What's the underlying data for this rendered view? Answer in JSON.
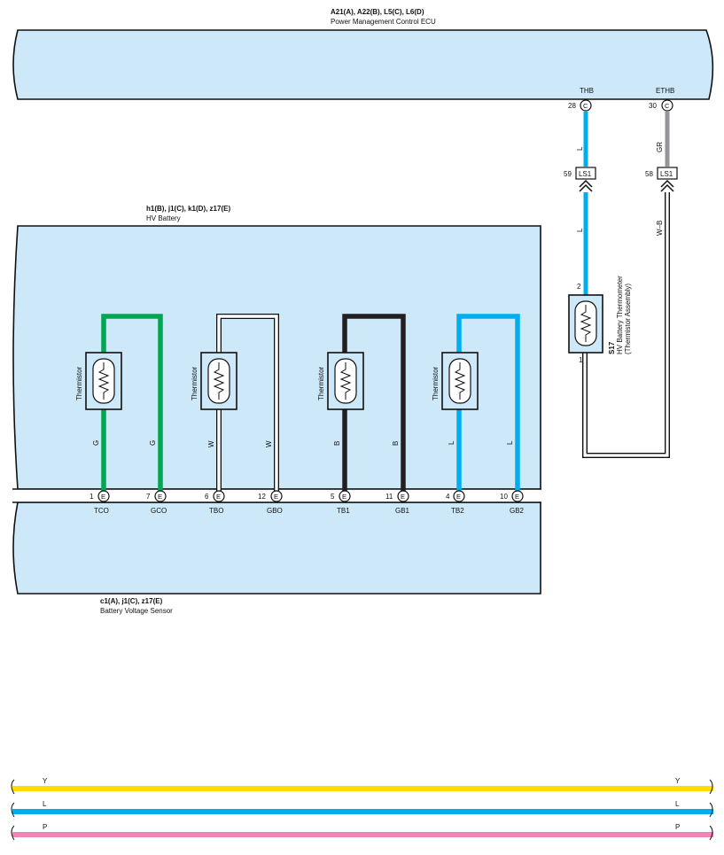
{
  "ecu": {
    "code": "A21(A), A22(B), L5(C), L6(D)",
    "name": "Power Management Control ECU"
  },
  "ecu_pins": [
    {
      "signal": "THB",
      "pin": "28",
      "conn": "C",
      "wire_top": "L",
      "ls_pin": "59",
      "ls": "LS1",
      "wire_bottom": "L",
      "color": "#00aeef"
    },
    {
      "signal": "ETHB",
      "pin": "30",
      "conn": "C",
      "wire_top": "GR",
      "ls_pin": "58",
      "ls": "LS1",
      "wire_bottom": "W–B",
      "color": "#939598"
    }
  ],
  "battery": {
    "code": "h1(B), j1(C), k1(D), z17(E)",
    "name": "HV Battery"
  },
  "thermistor_label": "Thermistor",
  "sensors": [
    {
      "left_pin": "1",
      "left_sig": "TCO",
      "right_pin": "7",
      "right_sig": "GCO",
      "conn": "E",
      "wire": "G",
      "color": "#00a651"
    },
    {
      "left_pin": "6",
      "left_sig": "TBO",
      "right_pin": "12",
      "right_sig": "GBO",
      "conn": "E",
      "wire": "W",
      "color": "#ffffff"
    },
    {
      "left_pin": "5",
      "left_sig": "TB1",
      "right_pin": "11",
      "right_sig": "GB1",
      "conn": "E",
      "wire": "B",
      "color": "#231f20"
    },
    {
      "left_pin": "4",
      "left_sig": "TB2",
      "right_pin": "10",
      "right_sig": "GB2",
      "conn": "E",
      "wire": "L",
      "color": "#00aeef"
    }
  ],
  "s17": {
    "id": "S17",
    "name": "HV Battery Thermometer",
    "sub": "(Thermistor Assembly)",
    "pin_top": "2",
    "pin_bottom": "1"
  },
  "voltage_sensor": {
    "code": "c1(A), j1(C), z17(E)",
    "name": "Battery Voltage Sensor"
  },
  "legend_wires": [
    {
      "label": "Y",
      "color": "#ffdd00"
    },
    {
      "label": "L",
      "color": "#00aeef"
    },
    {
      "label": "P",
      "color": "#f283b6"
    }
  ],
  "colors": {
    "box_fill": "#cde8f8",
    "outline": "#111111"
  }
}
